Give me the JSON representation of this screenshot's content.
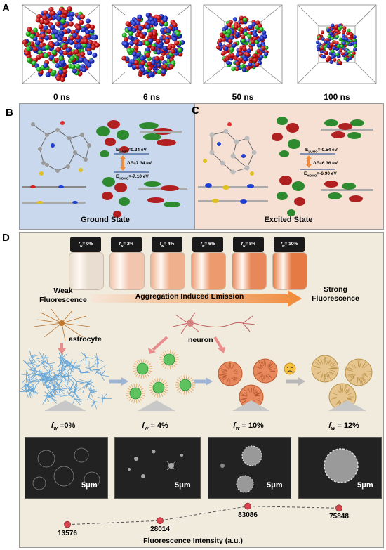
{
  "panel_a": {
    "letter": "A",
    "times": [
      "0 ns",
      "6 ns",
      "50 ns",
      "100 ns"
    ]
  },
  "panel_b": {
    "letter": "B",
    "lumo": "Eₗᵤₘₒ=0.24 eV",
    "lumo_main": "E",
    "lumo_sub": "LUMO",
    "lumo_val": "=0.24 eV",
    "gap": "ΔE=7.34 eV",
    "homo_sub": "HOMO",
    "homo_val": "=-7.10 eV",
    "state": "Ground State"
  },
  "panel_c": {
    "letter": "C",
    "lumo_sub": "LUMO",
    "lumo_val": "=-0.54 eV",
    "gap": "ΔE=6.36 eV",
    "homo_sub": "HOMO",
    "homo_val": "=-6.90 eV",
    "state": "Excited State"
  },
  "panel_d": {
    "letter": "D",
    "vials": [
      "fw= 0%",
      "fw= 2%",
      "fw= 4%",
      "fw= 6%",
      "fw= 8%",
      "fw= 10%"
    ],
    "vial_pcts": [
      "= 0%",
      "= 2%",
      "= 4%",
      "= 6%",
      "= 8%",
      "= 10%"
    ],
    "weak": "Weak\nFluorescence",
    "weak1": "Weak",
    "weak2": "Fluorescence",
    "strong1": "Strong",
    "strong2": "Fluorescence",
    "aie": "Aggregation Induced Emission",
    "astrocyte": "astrocyte",
    "neuron": "neuron",
    "fw_labels": [
      "=0%",
      "= 4%",
      "= 10%",
      "= 12%"
    ],
    "scale_bar": "5μm",
    "intensities": [
      13576,
      28014,
      83086,
      75848
    ],
    "intensity_labels": [
      "13576",
      "28014",
      "83086",
      "75848"
    ],
    "axis_label": "Fluorescence Intensity (a.u.)"
  },
  "colors": {
    "panel_b_bg": "#c9d8ec",
    "panel_c_bg": "#f6e0d4",
    "panel_d_bg": "#f1ebdd",
    "arrow_orange": "#f08a3c",
    "pink_dot": "#d9434e"
  }
}
